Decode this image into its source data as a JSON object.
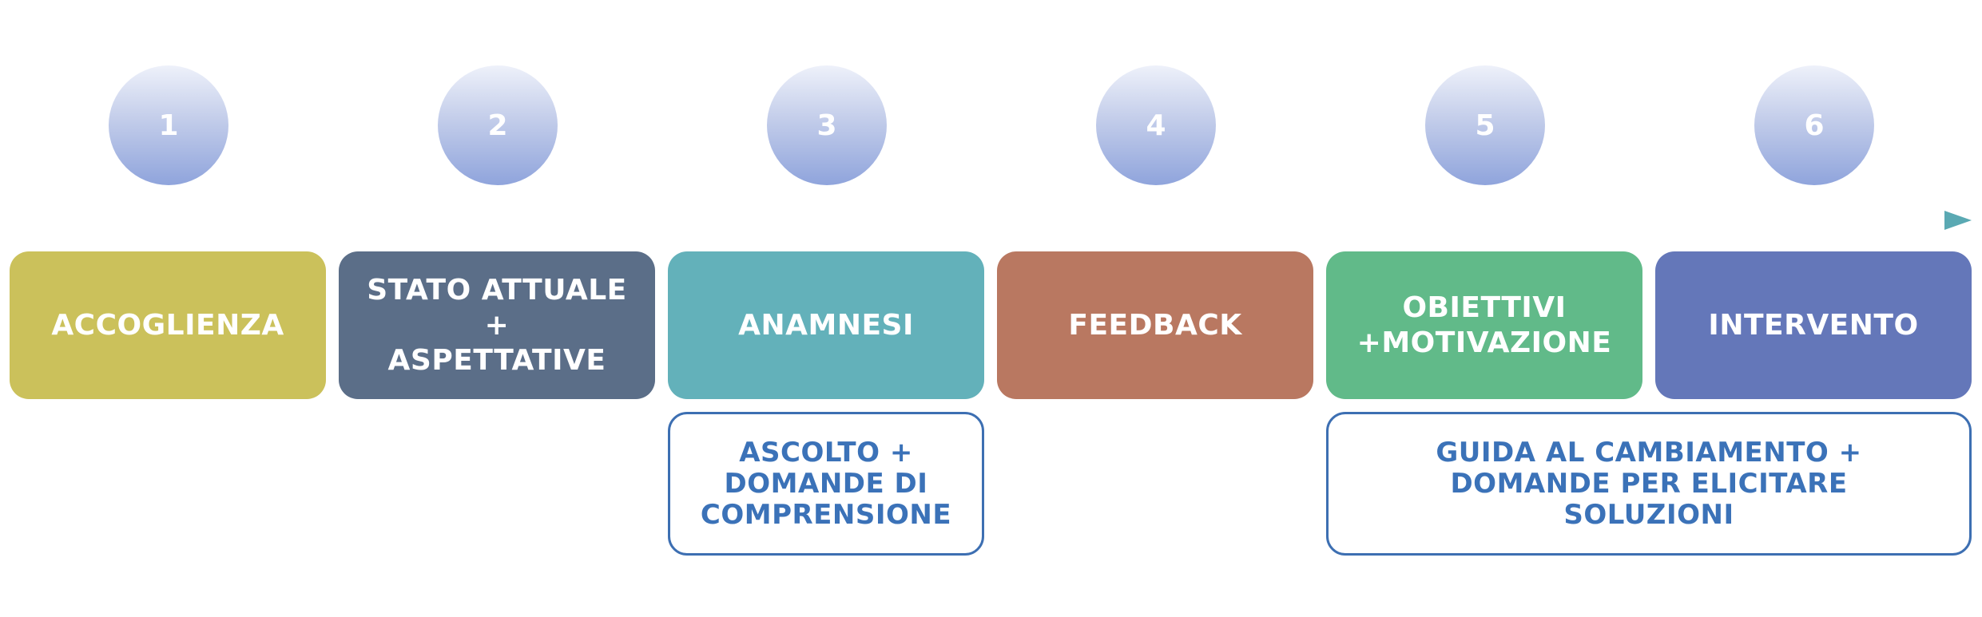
{
  "steps": [
    {
      "number": "1",
      "lines": [
        "ACCOGLIENZA"
      ],
      "color": "#cbc15b"
    },
    {
      "number": "2",
      "lines": [
        "STATO ATTUALE",
        "+",
        "ASPETTATIVE"
      ],
      "color": "#5b6e88"
    },
    {
      "number": "3",
      "lines": [
        "ANAMNESI"
      ],
      "color": "#63b1ba"
    },
    {
      "number": "4",
      "lines": [
        "FEEDBACK"
      ],
      "color": "#b97861"
    },
    {
      "number": "5",
      "lines": [
        "OBIETTIVI",
        "+MOTIVAZIONE"
      ],
      "color": "#61ba89"
    },
    {
      "number": "6",
      "lines": [
        "INTERVENTO"
      ],
      "color": "#6477b9"
    }
  ],
  "notes": [
    {
      "lines": [
        "ASCOLTO +",
        "DOMANDE DI",
        "COMPRENSIONE"
      ]
    },
    {
      "lines": [
        "GUIDA AL CAMBIAMENTO +",
        "DOMANDE PER ELICITARE",
        "SOLUZIONI"
      ]
    }
  ],
  "colors": {
    "circle_top": "#eef1fa",
    "circle_bottom": "#8fa4dc",
    "arrow_start": "#eef5f8",
    "arrow_end": "#5aa9b3",
    "note_border": "#3d6fb2",
    "note_text": "#3b72b8"
  }
}
